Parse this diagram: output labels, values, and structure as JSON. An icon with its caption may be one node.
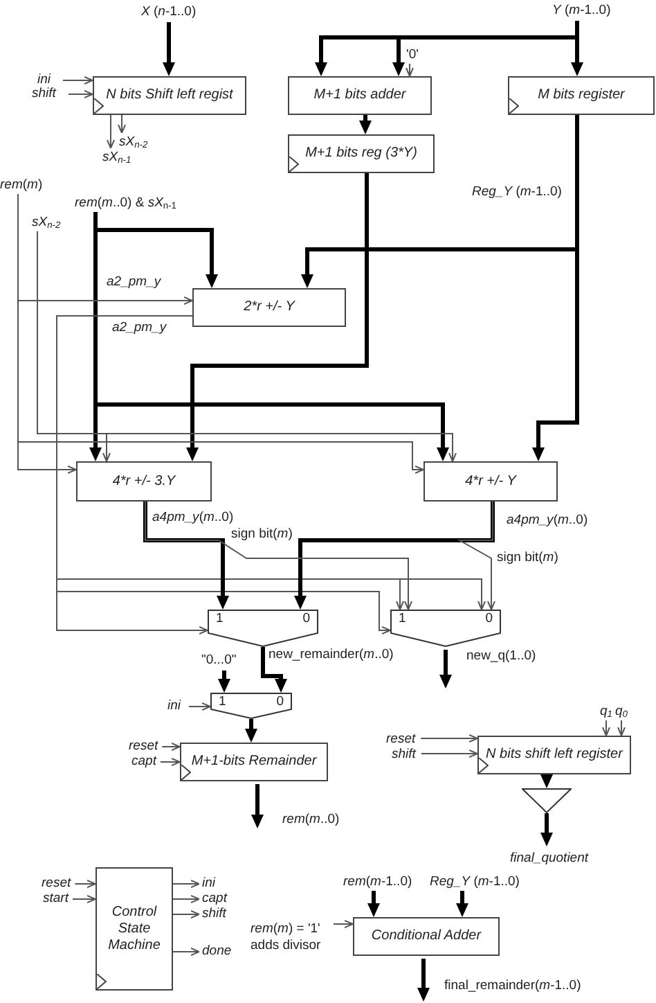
{
  "diagram": {
    "nodes": [
      {
        "text": [
          "*X* (*n*-1..0)"
        ]
      },
      {
        "text": [
          "*Y* (*m*-1..0)"
        ]
      },
      {
        "text": [
          "ini"
        ]
      },
      {
        "text": [
          "shift"
        ]
      },
      {
        "text": [
          "N bits Shift left regist"
        ]
      },
      {
        "text": [
          "'0'"
        ]
      },
      {
        "text": [
          "M+1 bits adder"
        ]
      },
      {
        "text": [
          "M bits register"
        ]
      },
      {
        "text": [
          "sX$_{n-2}$"
        ]
      },
      {
        "text": [
          "sX$_{n-1}$"
        ]
      },
      {
        "text": [
          "M+1 bits reg (3*Y)"
        ]
      },
      {
        "text": [
          "*rem*(*m*)"
        ]
      },
      {
        "text": [
          "*rem*(*m*..0) & *sX*$_{n-1}$"
        ]
      },
      {
        "text": [
          "sX$_{n-2}$"
        ]
      },
      {
        "text": [
          "2*r +/- Y"
        ]
      },
      {
        "text": [
          "4*r +/- 3.Y"
        ]
      },
      {
        "text": [
          "4*r +/- Y"
        ]
      },
      {
        "text": [
          "1",
          "0"
        ]
      },
      {
        "text": [
          "1",
          "0"
        ]
      },
      {
        "text": [
          "\"0...0\""
        ]
      },
      {
        "text": [
          "q$_{1}$"
        ]
      },
      {
        "text": [
          "q$_{0}$"
        ]
      },
      {
        "text": [
          "ini"
        ]
      },
      {
        "text": [
          "1",
          "0"
        ]
      },
      {
        "text": [
          "reset"
        ]
      },
      {
        "text": [
          "shift"
        ]
      },
      {
        "text": [
          "N bits shift left register"
        ]
      },
      {
        "text": [
          "reset"
        ]
      },
      {
        "text": [
          "capt"
        ]
      },
      {
        "text": [
          "M+1-bits Remainder"
        ]
      },
      {
        "text": [],
        "shape": "triangle"
      },
      {
        "text": [
          "final_quotient"
        ]
      },
      {
        "text": [
          "reset"
        ]
      },
      {
        "text": [
          "start"
        ]
      },
      {
        "text": [
          "Control State Machine"
        ]
      },
      {
        "text": [
          "ini"
        ]
      },
      {
        "text": [
          "capt"
        ]
      },
      {
        "text": [
          "shift"
        ]
      },
      {
        "text": [
          "done"
        ]
      },
      {
        "text": [
          "*rem*(*m*-1..0)"
        ]
      },
      {
        "text": [
          "*Reg_Y* (*m*-1..0)"
        ]
      },
      {
        "text": [
          "*rem*(*m*) = '1' adds divisor"
        ]
      },
      {
        "text": [
          "Conditional Adder"
        ]
      }
    ],
    "edges": [
      {
        "from": 0,
        "to": 4,
        "arrow": "to",
        "style": "thick"
      },
      {
        "from": 1,
        "to": 6,
        "arrow": "to",
        "style": "thick"
      },
      {
        "from": 1,
        "to": 6,
        "arrow": "to",
        "style": "thick"
      },
      {
        "from": 1,
        "to": 7,
        "arrow": "to",
        "style": "thick"
      },
      {
        "from": 2,
        "to": 4,
        "arrow": "to"
      },
      {
        "from": 3,
        "to": 4,
        "arrow": "to"
      },
      {
        "from": 5,
        "to": 6,
        "arrow": "to"
      },
      {
        "from": 4,
        "to": 8,
        "arrow": "to"
      },
      {
        "from": 4,
        "to": 9,
        "arrow": "to"
      },
      {
        "from": 6,
        "to": 10,
        "arrow": "to",
        "style": "thick"
      },
      {
        "from": 7,
        "to": 14,
        "arrow": "to",
        "style": "thick"
      },
      {
        "from": 7,
        "to": 16,
        "arrow": "to",
        "style": "thick",
        "label": "*Reg_Y* (*m*-1..0)"
      },
      {
        "from": 10,
        "to": 15,
        "arrow": "to",
        "style": "thick"
      },
      {
        "from": 12,
        "to": 14,
        "arrow": "to",
        "style": "thick"
      },
      {
        "from": 12,
        "to": 15,
        "arrow": "to",
        "style": "thick"
      },
      {
        "from": 12,
        "to": 16,
        "arrow": "to",
        "style": "thick"
      },
      {
        "from": 11,
        "to": 14,
        "arrow": "to",
        "label": "a2_pm_y"
      },
      {
        "from": 11,
        "to": 15,
        "arrow": "to"
      },
      {
        "from": 11,
        "to": 16,
        "arrow": "to"
      },
      {
        "from": 13,
        "to": 15,
        "arrow": "to"
      },
      {
        "from": 13,
        "to": 16,
        "arrow": "to"
      },
      {
        "from": 14,
        "to": 17,
        "arrow": "to",
        "label": "a2_pm_y"
      },
      {
        "from": 14,
        "to": 18,
        "arrow": "to"
      },
      {
        "from": 14,
        "to": 18,
        "arrow": "to"
      },
      {
        "from": 14,
        "to": 18,
        "arrow": "to"
      },
      {
        "from": 15,
        "to": 17,
        "arrow": "to",
        "style": "thick",
        "label": "*a4pm_y*(*m*..0)"
      },
      {
        "from": 16,
        "to": 17,
        "arrow": "to",
        "style": "thick",
        "label": "*a4pm_y*(*m*..0)"
      },
      {
        "from": 15,
        "to": 18,
        "arrow": "to",
        "label": "sign bit(*m*)"
      },
      {
        "from": 16,
        "to": 18,
        "arrow": "to",
        "label": "sign bit(*m*)"
      },
      {
        "from": 17,
        "to": 23,
        "arrow": "to",
        "style": "thick",
        "label": "new_remainder(*m*..0)"
      },
      {
        "from": 18,
        "to": null,
        "arrow": "to",
        "style": "thick",
        "label": "new_q(1..0)"
      },
      {
        "from": 19,
        "to": 23,
        "arrow": "to",
        "style": "thick"
      },
      {
        "from": 22,
        "to": 23,
        "arrow": "to"
      },
      {
        "from": 23,
        "to": 29,
        "arrow": "to",
        "style": "thick"
      },
      {
        "from": 27,
        "to": 29,
        "arrow": "to"
      },
      {
        "from": 28,
        "to": 29,
        "arrow": "to"
      },
      {
        "from": 29,
        "to": null,
        "arrow": "to",
        "style": "thick",
        "label": "*rem*(*m*..0)"
      },
      {
        "from": 20,
        "to": 26,
        "arrow": "to"
      },
      {
        "from": 21,
        "to": 26,
        "arrow": "to"
      },
      {
        "from": 24,
        "to": 26,
        "arrow": "to"
      },
      {
        "from": 25,
        "to": 26,
        "arrow": "to"
      },
      {
        "from": 26,
        "to": 30,
        "arrow": "to",
        "style": "thick"
      },
      {
        "from": 30,
        "to": 31,
        "arrow": "to",
        "style": "thick"
      },
      {
        "from": 32,
        "to": 34,
        "arrow": "to"
      },
      {
        "from": 33,
        "to": 34,
        "arrow": "to"
      },
      {
        "from": 34,
        "to": 35,
        "arrow": "to"
      },
      {
        "from": 34,
        "to": 36,
        "arrow": "to"
      },
      {
        "from": 34,
        "to": 37,
        "arrow": "to"
      },
      {
        "from": 34,
        "to": 38,
        "arrow": "to"
      },
      {
        "from": 39,
        "to": 42,
        "arrow": "to",
        "style": "thick"
      },
      {
        "from": 40,
        "to": 42,
        "arrow": "to",
        "style": "thick"
      },
      {
        "from": 41,
        "to": 42,
        "arrow": "to"
      },
      {
        "from": 42,
        "to": null,
        "arrow": "to",
        "style": "thick",
        "label": "final_remainder(*m*-1..0)"
      }
    ]
  }
}
